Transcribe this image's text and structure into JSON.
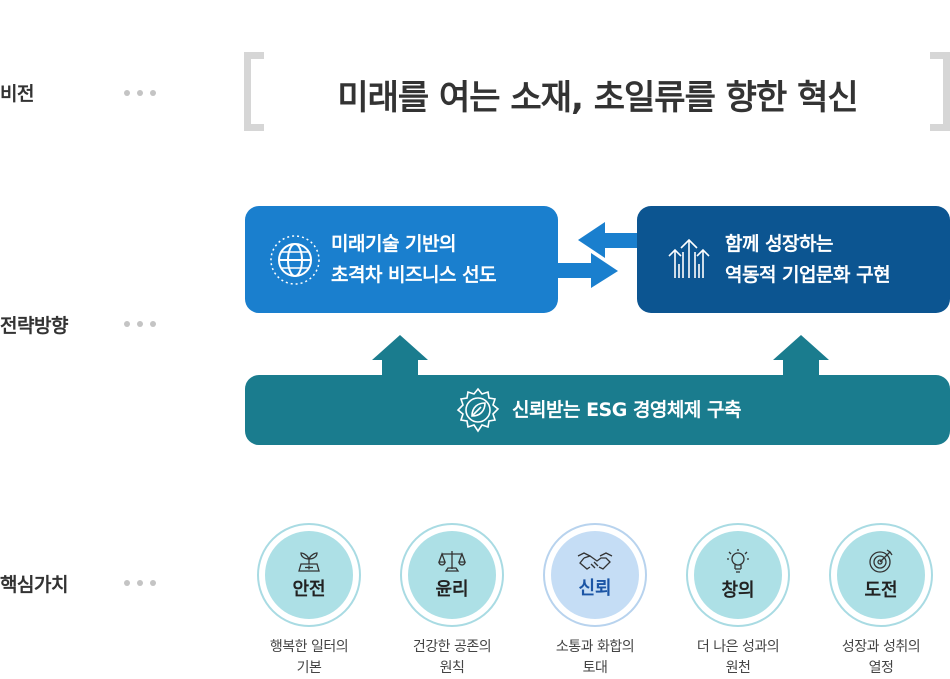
{
  "labels": {
    "vision": "비전",
    "strategy": "전략방향",
    "values": "핵심가치"
  },
  "vision": {
    "text": "미래를 여는 소재, 초일류를 향한 혁신"
  },
  "strategy": {
    "left_box": {
      "line1": "미래기술 기반의",
      "line2": "초격차 비즈니스 선도",
      "icon": "globe-icon"
    },
    "right_box": {
      "line1": "함께 성장하는",
      "line2": "역동적 기업문화 구현",
      "icon": "growth-arrows-icon"
    },
    "bottom_box": {
      "text": "신뢰받는 ESG 경영체제 구축",
      "icon": "eco-gear-icon"
    }
  },
  "core_values": [
    {
      "name": "안전",
      "line1": "행복한 일터의",
      "line2": "기본",
      "icon": "seedling-icon",
      "selected": false
    },
    {
      "name": "윤리",
      "line1": "건강한 공존의",
      "line2": "원칙",
      "icon": "scales-icon",
      "selected": false
    },
    {
      "name": "신뢰",
      "line1": "소통과 화합의",
      "line2": "토대",
      "icon": "handshake-icon",
      "selected": true
    },
    {
      "name": "창의",
      "line1": "더 나은 성과의",
      "line2": "원천",
      "icon": "lightbulb-icon",
      "selected": false
    },
    {
      "name": "도전",
      "line1": "성장과 성취의",
      "line2": "열정",
      "icon": "target-icon",
      "selected": false
    }
  ],
  "colors": {
    "blue": "#1a7fce",
    "navy": "#0c5591",
    "teal": "#1a7c8e",
    "value_fill": "#ade0e6",
    "value_fill_selected": "#c5ddf5"
  }
}
